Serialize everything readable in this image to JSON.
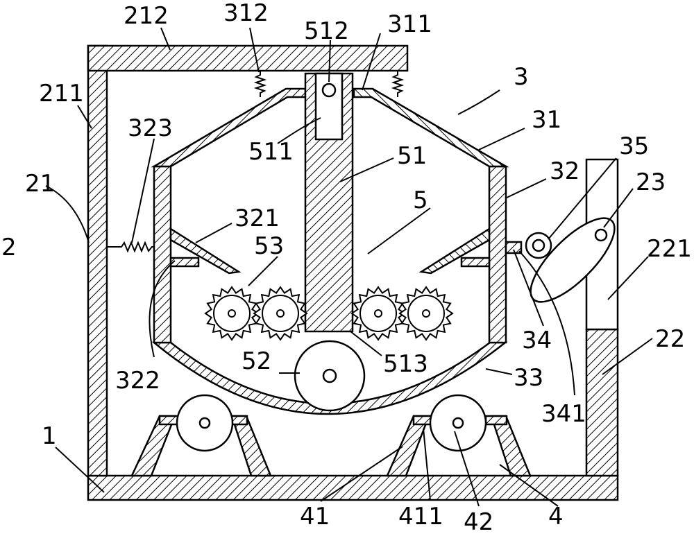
{
  "labels": {
    "l212": "212",
    "l312": "312",
    "l512": "512",
    "l311": "311",
    "l211": "211",
    "l3": "3",
    "l31": "31",
    "l323": "323",
    "l511": "511",
    "l51": "51",
    "l35": "35",
    "l32": "32",
    "l23": "23",
    "l21": "21",
    "l5": "5",
    "l321": "321",
    "l53": "53",
    "l2": "2",
    "l221": "221",
    "l34": "34",
    "l22": "22",
    "l52": "52",
    "l513": "513",
    "l322": "322",
    "l33": "33",
    "l341": "341",
    "l1": "1",
    "l41": "41",
    "l411": "411",
    "l42": "42",
    "l4": "4"
  }
}
